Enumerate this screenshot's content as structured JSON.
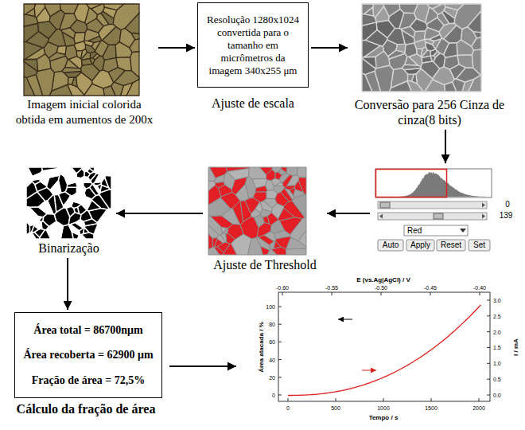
{
  "diagram": {
    "nodes": [
      {
        "text": [
          "Imagem inicial colorida obtida em aumentos de 200x"
        ]
      },
      {
        "text": [
          "Resolução 1280x1024 convertida para o tamanho em micrômetros da imagem 340x255 μm",
          "Ajuste de escala"
        ]
      },
      {
        "text": [
          "Conversão para 256 Cinza de cinza(8 bits)"
        ]
      },
      {
        "text": [
          "0",
          "139",
          "Red",
          "Auto",
          "Apply",
          "Reset",
          "Set"
        ]
      },
      {
        "text": [
          "Ajuste de Threshold"
        ]
      },
      {
        "text": [
          "Binarização"
        ]
      },
      {
        "text": [
          "Área total = 86700nμm",
          "Área recoberta = 62900 μm",
          "Fração de área = 72,5%",
          "Cálculo da fração de área"
        ]
      },
      {
        "text": [
          "E (vs.Ag|AgCl) / V",
          "-0.60",
          "-0.55",
          "-0.50",
          "-0.45",
          "-0.40",
          "Área atacada / %",
          "100",
          "80",
          "60",
          "40",
          "20",
          "0",
          "I / mA",
          "3.0",
          "2.5",
          "2.0",
          "1.5",
          "1.0",
          "0.5",
          "0.0",
          "Tempo / s",
          "0",
          "500",
          "1000",
          "1500",
          "2000"
        ]
      }
    ],
    "edges": [
      {
        "from": 0,
        "to": 1,
        "arrow": "to"
      },
      {
        "from": 1,
        "to": 2,
        "arrow": "to"
      },
      {
        "from": 2,
        "to": 3,
        "arrow": "to"
      },
      {
        "from": 3,
        "to": 4,
        "arrow": "to"
      },
      {
        "from": 4,
        "to": 5,
        "arrow": "to"
      },
      {
        "from": 5,
        "to": 6,
        "arrow": "to"
      },
      {
        "from": 6,
        "to": 7,
        "arrow": "to"
      }
    ]
  }
}
